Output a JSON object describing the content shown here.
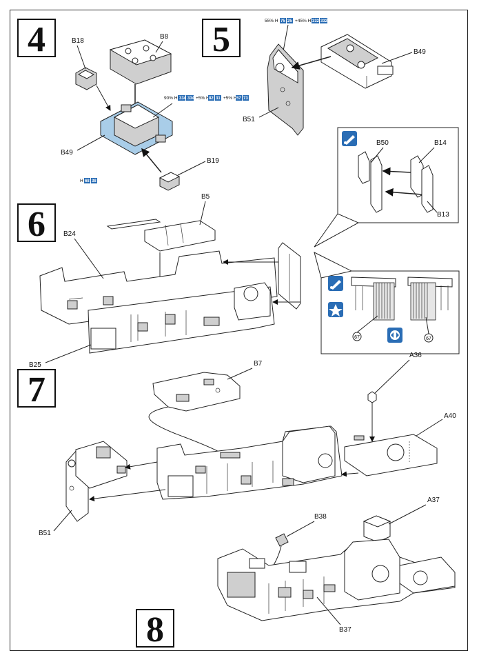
{
  "steps": [
    {
      "number": "4"
    },
    {
      "number": "5"
    },
    {
      "number": "6"
    },
    {
      "number": "7"
    },
    {
      "number": "8"
    }
  ],
  "step4": {
    "labels": {
      "b18": "B18",
      "b8": "B8",
      "b49": "B49",
      "b19": "B19"
    },
    "paint_mix": {
      "text": "90% H 334 334 +5% H 82 31 +5% H 57 73",
      "segments": [
        {
          "pre": "90% H",
          "boxes": [
            "334",
            "334"
          ]
        },
        {
          "pre": "+5% H",
          "boxes": [
            "82",
            "31"
          ]
        },
        {
          "pre": "+5% H",
          "boxes": [
            "57",
            "73"
          ]
        }
      ]
    },
    "paint_single": {
      "pre": "H",
      "boxes": [
        "68",
        "38"
      ]
    }
  },
  "step5": {
    "labels": {
      "b49": "B49",
      "b51": "B51"
    },
    "paint_mix": {
      "segments": [
        {
          "pre": "55% H",
          "boxes": [
            "75",
            "25"
          ]
        },
        {
          "pre": "+45% H",
          "boxes": [
            "332",
            "332"
          ]
        }
      ]
    }
  },
  "detail_b": {
    "labels": {
      "b50": "B50",
      "b14": "B14",
      "b13": "B13"
    }
  },
  "step6": {
    "labels": {
      "b5": "B5",
      "b24": "B24",
      "b25": "B25"
    }
  },
  "detail_decal": {
    "decal_number_left": "67",
    "decal_number_right": "67"
  },
  "step7": {
    "labels": {
      "b7": "B7",
      "a36": "A36",
      "a40": "A40",
      "b51": "B51"
    }
  },
  "step8": {
    "labels": {
      "b38": "B38",
      "a37": "A37",
      "b37": "B37"
    }
  },
  "colors": {
    "paint_box": "#2a6db5",
    "highlight_part": "#a9cde8",
    "gray_part": "#cfcfcf"
  },
  "icons": [
    "paint-brush-icon",
    "star-decal-icon",
    "mirror-symmetric-icon"
  ]
}
